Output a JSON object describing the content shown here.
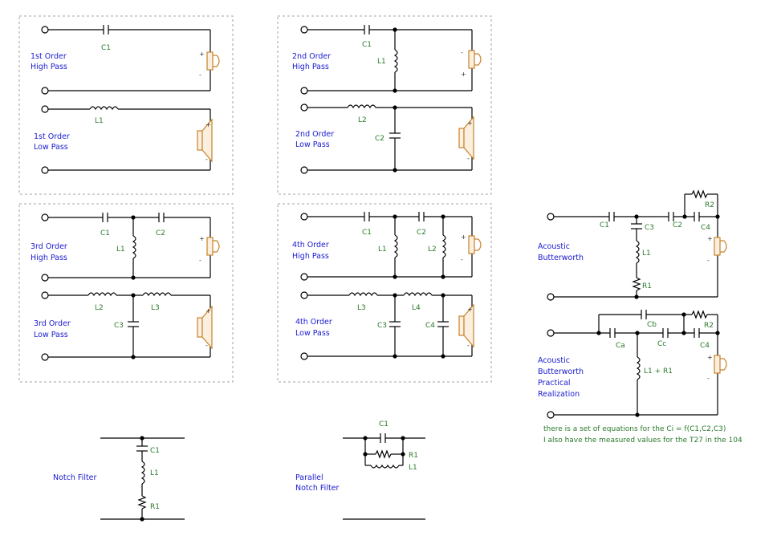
{
  "panels": {
    "hp1": {
      "title": "1st Order",
      "subtitle": "High Pass"
    },
    "lp1": {
      "title": "1st Order",
      "subtitle": "Low Pass"
    },
    "hp2": {
      "title": "2nd Order",
      "subtitle": "High Pass"
    },
    "lp2": {
      "title": "2nd Order",
      "subtitle": "Low Pass"
    },
    "hp3": {
      "title": "3rd Order",
      "subtitle": "High Pass"
    },
    "lp3": {
      "title": "3rd Order",
      "subtitle": "Low Pass"
    },
    "hp4": {
      "title": "4th Order",
      "subtitle": "High Pass"
    },
    "lp4": {
      "title": "4th Order",
      "subtitle": "Low Pass"
    },
    "ab": {
      "line1": "Acoustic",
      "line2": "Butterworth"
    },
    "abp": {
      "line1": "Acoustic",
      "line2": "Butterworth",
      "line3": "Practical",
      "line4": "Realization"
    },
    "notch": {
      "title": "Notch Filter"
    },
    "pnotch": {
      "line1": "Parallel",
      "line2": "Notch Filter"
    }
  },
  "components": {
    "C1": "C1",
    "C2": "C2",
    "C3": "C3",
    "C4": "C4",
    "L1": "L1",
    "L2": "L2",
    "L3": "L3",
    "L4": "L4",
    "R1": "R1",
    "R2": "R2",
    "Ca": "Ca",
    "Cb": "Cb",
    "Cc": "Cc",
    "L1R1": "L1 + R1"
  },
  "signs": {
    "plus": "+",
    "minus": "-"
  },
  "notes": {
    "line1": "there is a set of equations for the Ci = f(C1,C2,C3)",
    "line2": "I also have the measured values for the T27 in the 104"
  },
  "colors": {
    "label_blue": "#1a1ad0",
    "component_green": "#2a7a2a",
    "speaker": "#c8822a"
  }
}
